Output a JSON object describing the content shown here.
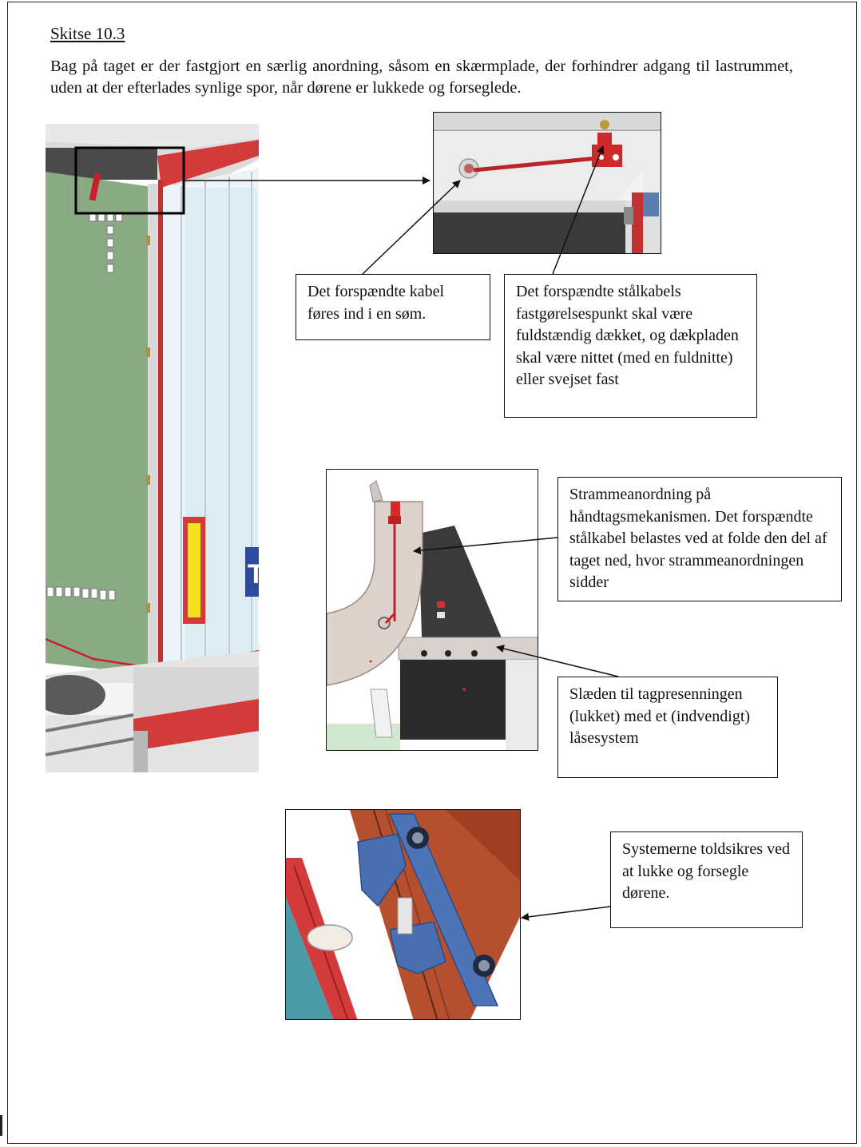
{
  "heading": "Skitse 10.3",
  "intro": "Bag på taget er der fastgjort en særlig anordning, såsom en skærmplade, der forhindrer adgang til lastrummet, uden at der efterlades synlige spor, når dørene er lukkede og forseglede.",
  "callouts": {
    "cable_seam": "Det forspændte kabel føres ind i en søm.",
    "anchor_covered": "Det forspændte stålkabels fastgørelsespunkt skal være fuldstændig dækket, og dækpladen skal være nittet (med en fuldnitte) eller svejset fast",
    "tension_device": "Strammeanordning på håndtagsmekanismen. Det forspændte stålkabel belastes ved at folde den del af taget ned, hvor strammeanordningen sidder",
    "sled": "Slæden til tagpresenningen (lukket) med et (indvendigt) låsesystem",
    "customs_seal": "Systemerne toldsikres ved at lukke og forsegle dørene."
  },
  "trailer_logo_text": "T",
  "colors": {
    "tarp_green": "#8aaa84",
    "frame_red": "#d33a3a",
    "cable_red": "#c8202a",
    "bracket_blue": "#4e74b8",
    "beam_brown": "#b54f2e",
    "panel_dark": "#2e2e2e",
    "reflector_yellow": "#f2e21a"
  }
}
